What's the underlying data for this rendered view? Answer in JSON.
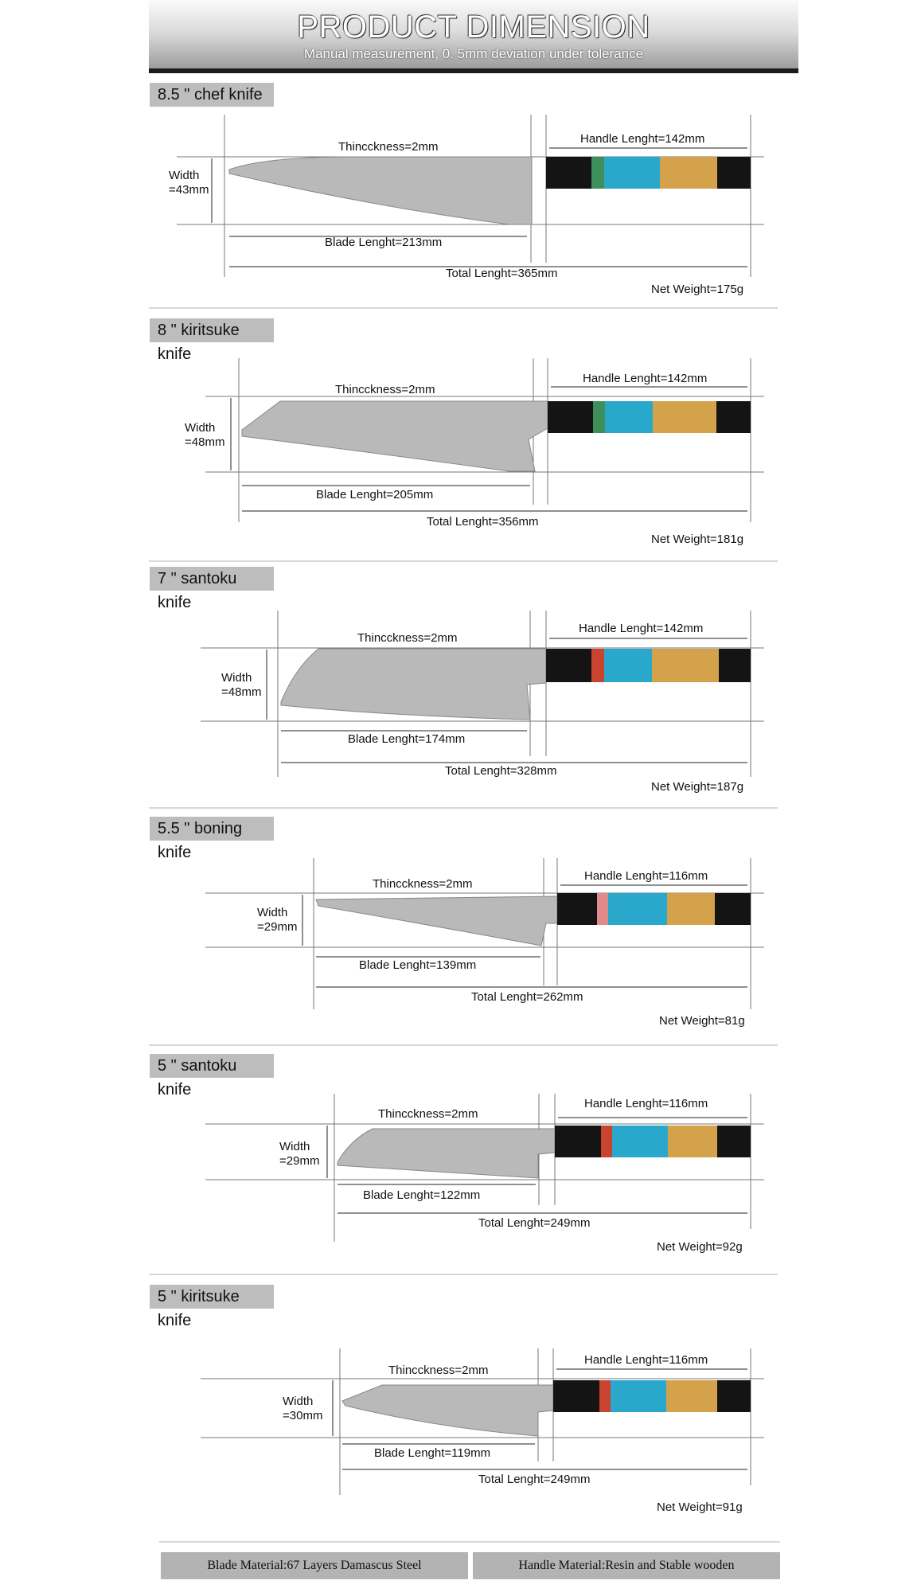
{
  "header": {
    "title": "PRODUCT DIMENSION",
    "subtitle": "Manual measurement, 0. 5mm deviation under tolerance"
  },
  "knives": [
    {
      "name": "8.5 \" chef knife",
      "thickness": "Thincckness=2mm",
      "handle": "Handle Lenght=142mm",
      "width_line1": "Width",
      "width_line2": "=43mm",
      "blade": "Blade Lenght=213mm",
      "total": "Total Lenght=365mm",
      "weight": "Net Weight=175g"
    },
    {
      "name": "8 \" kiritsuke knife",
      "thickness": "Thincckness=2mm",
      "handle": "Handle Lenght=142mm",
      "width_line1": "Width",
      "width_line2": "=48mm",
      "blade": "Blade Lenght=205mm",
      "total": "Total Lenght=356mm",
      "weight": "Net Weight=181g"
    },
    {
      "name": "7 \" santoku knife",
      "thickness": "Thincckness=2mm",
      "handle": "Handle Lenght=142mm",
      "width_line1": "Width",
      "width_line2": "=48mm",
      "blade": "Blade Lenght=174mm",
      "total": "Total Lenght=328mm",
      "weight": "Net Weight=187g"
    },
    {
      "name": "5.5 \" boning knife",
      "thickness": "Thincckness=2mm",
      "handle": "Handle Lenght=116mm",
      "width_line1": "Width",
      "width_line2": "=29mm",
      "blade": "Blade Lenght=139mm",
      "total": "Total Lenght=262mm",
      "weight": "Net Weight=81g"
    },
    {
      "name": "5 \" santoku knife",
      "thickness": "Thincckness=2mm",
      "handle": "Handle Lenght=116mm",
      "width_line1": "Width",
      "width_line2": "=29mm",
      "blade": "Blade Lenght=122mm",
      "total": "Total Lenght=249mm",
      "weight": "Net Weight=92g"
    },
    {
      "name": "5 \" kiritsuke knife",
      "thickness": "Thincckness=2mm",
      "handle": "Handle Lenght=116mm",
      "width_line1": "Width",
      "width_line2": "=30mm",
      "blade": "Blade Lenght=119mm",
      "total": "Total Lenght=249mm",
      "weight": "Net Weight=91g"
    }
  ],
  "footer": {
    "blade_material": "Blade Material:67 Layers Damascus Steel",
    "handle_material": "Handle Material:Resin and Stable wooden"
  },
  "colors": {
    "blade": "#b9b9b9",
    "handle_black": "#141414",
    "resin_blue": "#2aa8cc",
    "wood": "#d4a24a",
    "tag_bg": "#bdbdbd"
  }
}
